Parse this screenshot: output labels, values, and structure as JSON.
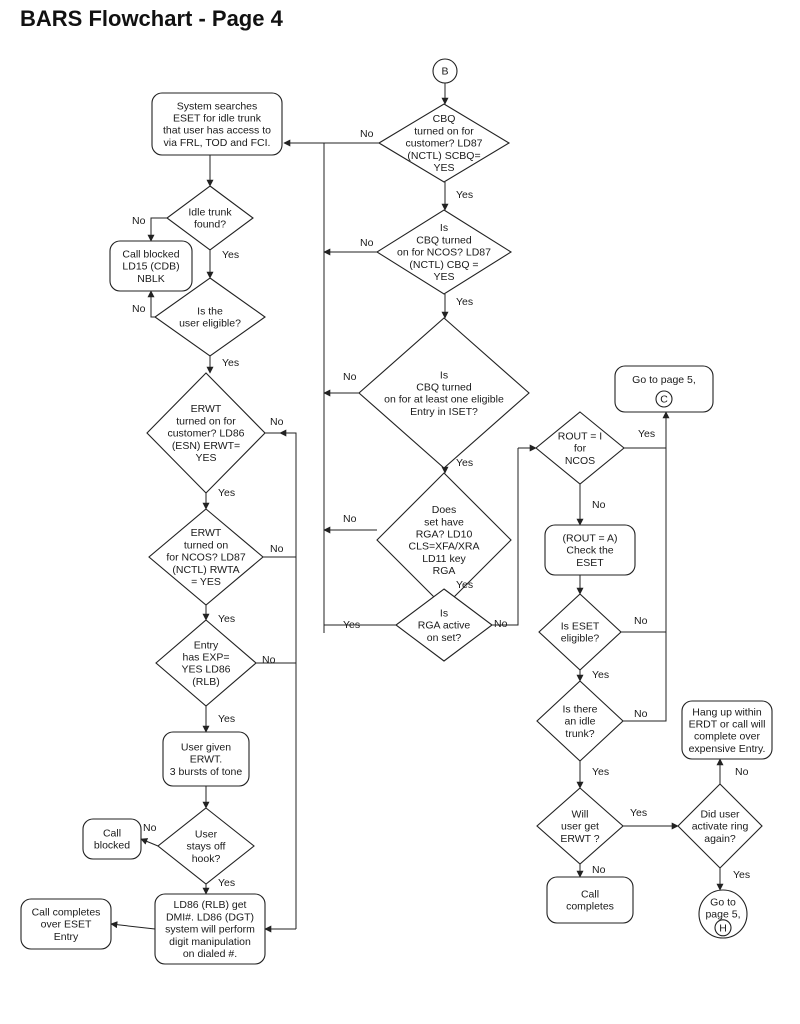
{
  "page_title": "BARS Flowchart - Page 4",
  "nodes": [
    {
      "id": "B",
      "shape": "circle",
      "lines": [
        "B"
      ]
    },
    {
      "id": "cbq_customer",
      "shape": "diamond",
      "lines": [
        "CBQ",
        "turned on for",
        "customer? LD87",
        "(NCTL) SCBQ=",
        "YES"
      ]
    },
    {
      "id": "cbq_ncos",
      "shape": "diamond",
      "lines": [
        "Is",
        "CBQ turned",
        "on for NCOS? LD87",
        "(NCTL) CBQ =",
        "YES"
      ]
    },
    {
      "id": "cbq_iset",
      "shape": "diamond",
      "lines": [
        "Is",
        "CBQ turned",
        "on for at least one eligible",
        "Entry in ISET?"
      ]
    },
    {
      "id": "rga_set",
      "shape": "diamond",
      "lines": [
        "Does",
        "set have",
        "RGA? LD10",
        "CLS=XFA/XRA",
        "LD11 key",
        "RGA"
      ]
    },
    {
      "id": "rga_active",
      "shape": "diamond",
      "lines": [
        "Is",
        "RGA active",
        "on set?"
      ]
    },
    {
      "id": "eset_search",
      "shape": "rect",
      "lines": [
        "System searches",
        "ESET for idle trunk",
        "that user has access to",
        "via FRL, TOD and FCI."
      ]
    },
    {
      "id": "idle_found",
      "shape": "diamond",
      "lines": [
        "Idle trunk",
        "found?"
      ]
    },
    {
      "id": "call_blocked_1",
      "shape": "rect",
      "lines": [
        "Call blocked",
        "LD15 (CDB)",
        "NBLK"
      ]
    },
    {
      "id": "user_eligible",
      "shape": "diamond",
      "lines": [
        "Is the",
        "user eligible?"
      ]
    },
    {
      "id": "erwt_customer",
      "shape": "diamond",
      "lines": [
        "ERWT",
        "turned on for",
        "customer? LD86",
        "(ESN) ERWT=",
        "YES"
      ]
    },
    {
      "id": "erwt_ncos",
      "shape": "diamond",
      "lines": [
        "ERWT",
        "turned on",
        "for NCOS? LD87",
        "(NCTL) RWTA",
        "= YES"
      ]
    },
    {
      "id": "entry_exp",
      "shape": "diamond",
      "lines": [
        "Entry",
        "has EXP=",
        "YES LD86",
        "(RLB)"
      ]
    },
    {
      "id": "user_given_erwt",
      "shape": "rect",
      "lines": [
        "User given",
        "ERWT.",
        "3 bursts of tone"
      ]
    },
    {
      "id": "offhook",
      "shape": "diamond",
      "lines": [
        "User",
        "stays off",
        "hook?"
      ]
    },
    {
      "id": "call_blocked_2",
      "shape": "rect",
      "lines": [
        "Call",
        "blocked"
      ]
    },
    {
      "id": "ld86_dmi",
      "shape": "rect",
      "lines": [
        "LD86 (RLB) get",
        "DMI#. LD86 (DGT)",
        "system will perform",
        "digit manipulation",
        "on dialed #."
      ]
    },
    {
      "id": "call_completes_eset",
      "shape": "rect",
      "lines": [
        "Call completes",
        "over ESET",
        "Entry"
      ]
    },
    {
      "id": "goto5c",
      "shape": "rect",
      "lines": [
        "Go to page 5,"
      ],
      "circle": "C"
    },
    {
      "id": "rout_i",
      "shape": "diamond",
      "lines": [
        "ROUT = I",
        "for",
        "NCOS"
      ]
    },
    {
      "id": "rout_a",
      "shape": "rect",
      "lines": [
        "(ROUT = A)",
        "Check the",
        "ESET"
      ]
    },
    {
      "id": "eset_eligible",
      "shape": "diamond",
      "lines": [
        "Is ESET",
        "eligible?"
      ]
    },
    {
      "id": "idle_trunk_2",
      "shape": "diamond",
      "lines": [
        "Is there",
        "an idle",
        "trunk?"
      ]
    },
    {
      "id": "get_erwt",
      "shape": "diamond",
      "lines": [
        "Will",
        "user get",
        "ERWT ?"
      ]
    },
    {
      "id": "call_completes_2",
      "shape": "rect",
      "lines": [
        "Call",
        "completes"
      ]
    },
    {
      "id": "ring_again",
      "shape": "diamond",
      "lines": [
        "Did user",
        "activate ring",
        "again?"
      ]
    },
    {
      "id": "hang_up",
      "shape": "rect",
      "lines": [
        "Hang up within",
        "ERDT or call will",
        "complete over",
        "expensive Entry."
      ]
    },
    {
      "id": "goto5h",
      "shape": "circle",
      "lines": [
        "Go to",
        "page 5,"
      ],
      "circle": "H"
    }
  ],
  "edge_labels": {
    "no": "No",
    "yes": "Yes"
  },
  "colors": {
    "ink": "#222222",
    "text": "#1a1a1a",
    "background": "#ffffff"
  }
}
